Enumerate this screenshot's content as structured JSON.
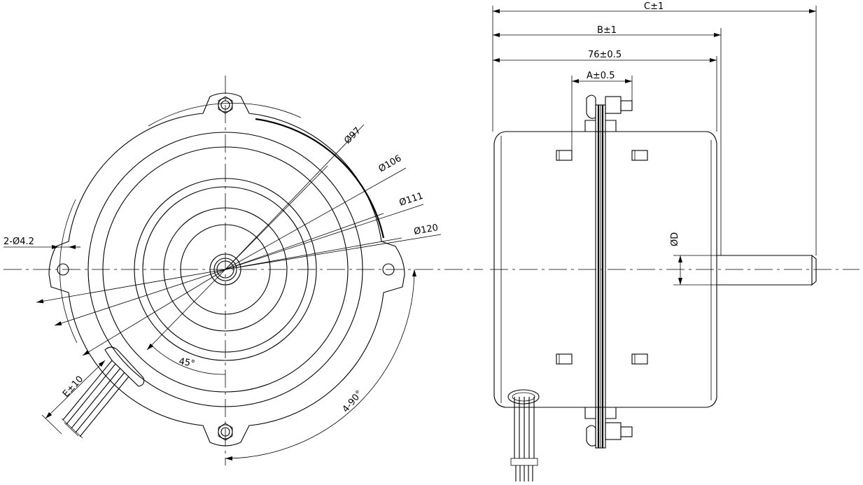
{
  "front_view": {
    "dim_phi97": "Ø97",
    "dim_phi106": "Ø106",
    "dim_phi111": "Ø111",
    "dim_phi120": "Ø120",
    "dim_holes": "2-Ø4.2",
    "dim_angle45": "45°",
    "dim_angle4x90": "4-90°",
    "dim_lead": "E±10"
  },
  "side_view": {
    "dim_C": "C±1",
    "dim_B": "B±1",
    "dim_76": "76±0.5",
    "dim_A": "A±0.5",
    "dim_D": "ØD"
  }
}
